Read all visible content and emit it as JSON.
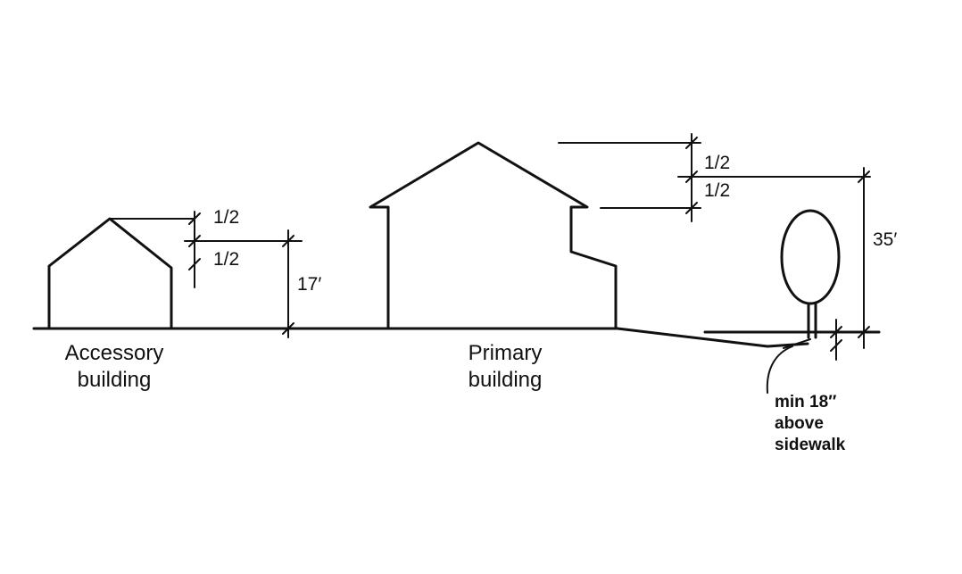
{
  "accessory": {
    "label_line1": "Accessory",
    "label_line2": "building",
    "upper_fraction": "1/2",
    "lower_fraction": "1/2",
    "height": "17′"
  },
  "primary": {
    "label_line1": "Primary",
    "label_line2": "building",
    "upper_fraction": "1/2",
    "lower_fraction": "1/2",
    "height": "35′"
  },
  "sidewalk_note": {
    "line1": "min 18″",
    "line2": "above",
    "line3": "sidewalk"
  }
}
